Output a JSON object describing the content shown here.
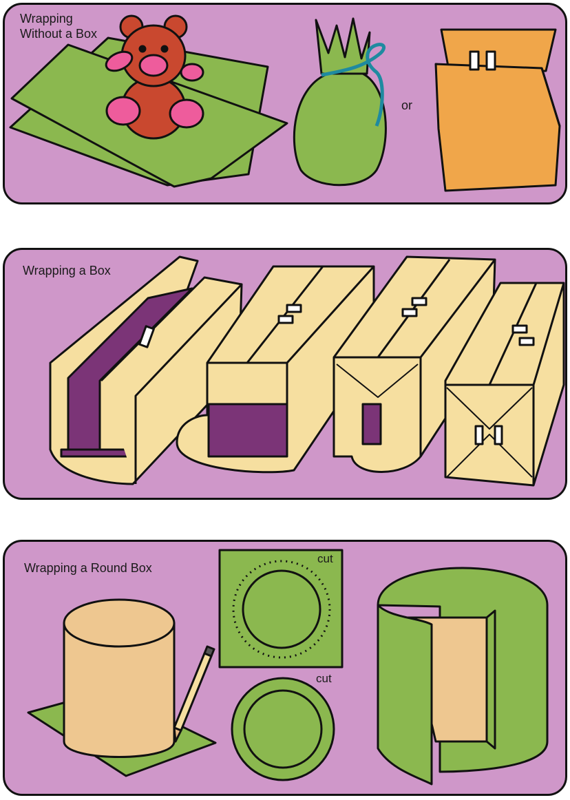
{
  "panels": {
    "without_box": {
      "title_line1": "Wrapping",
      "title_line2": "Without a Box",
      "or_text": "or"
    },
    "box": {
      "title": "Wrapping a Box"
    },
    "round_box": {
      "title": "Wrapping a Round Box",
      "cut_label_top": "cut",
      "cut_label_bottom": "cut"
    }
  },
  "colors": {
    "panel_background": "#cf97c9",
    "wrapping_paper_green": "#8bb84f",
    "box_paper_tan": "#f6dfa0",
    "box_purple": "#7b3477",
    "bag_orange": "#f0a64a",
    "bear_red": "#c9482f",
    "bear_pink": "#ee5c9c",
    "round_box_tan": "#eec790"
  },
  "icons": [
    "teddy-bear-icon",
    "gift-bundle-icon",
    "paper-bag-icon",
    "pencil-icon"
  ]
}
